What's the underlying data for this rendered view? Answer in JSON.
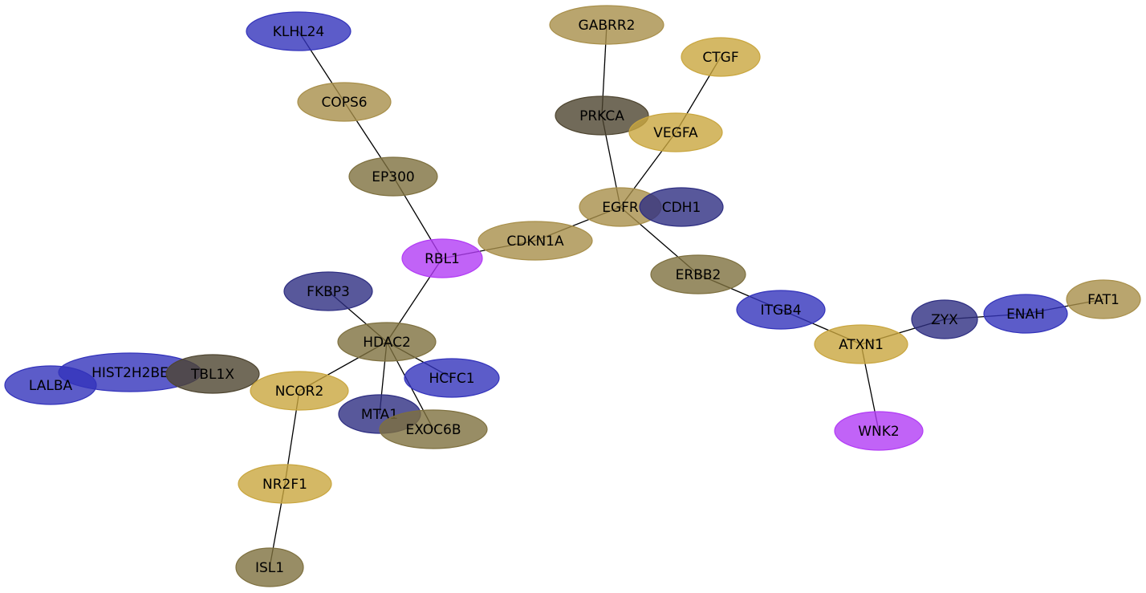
{
  "colors": {
    "blue": "#3333bb",
    "slate": "#2e2e82",
    "gold": "#c9a63f",
    "olive": "#a88f4a",
    "brown": "#7e703f",
    "dark": "#4e4530",
    "purple": "#b23cf5"
  },
  "nodes": [
    {
      "id": "KLHL24",
      "label": "KLHL24",
      "color": "blue"
    },
    {
      "id": "COPS6",
      "label": "COPS6",
      "color": "olive"
    },
    {
      "id": "EP300",
      "label": "EP300",
      "color": "brown"
    },
    {
      "id": "RBL1",
      "label": "RBL1",
      "color": "purple"
    },
    {
      "id": "CDKN1A",
      "label": "CDKN1A",
      "color": "olive"
    },
    {
      "id": "GABRR2",
      "label": "GABRR2",
      "color": "olive"
    },
    {
      "id": "CTGF",
      "label": "CTGF",
      "color": "gold"
    },
    {
      "id": "PRKCA",
      "label": "PRKCA",
      "color": "dark"
    },
    {
      "id": "VEGFA",
      "label": "VEGFA",
      "color": "gold"
    },
    {
      "id": "EGFR",
      "label": "EGFR",
      "color": "olive"
    },
    {
      "id": "CDH1",
      "label": "CDH1",
      "color": "slate"
    },
    {
      "id": "ERBB2",
      "label": "ERBB2",
      "color": "brown"
    },
    {
      "id": "ITGB4",
      "label": "ITGB4",
      "color": "blue"
    },
    {
      "id": "ZYX",
      "label": "ZYX",
      "color": "slate"
    },
    {
      "id": "ENAH",
      "label": "ENAH",
      "color": "blue"
    },
    {
      "id": "FAT1",
      "label": "FAT1",
      "color": "olive"
    },
    {
      "id": "ATXN1",
      "label": "ATXN1",
      "color": "gold"
    },
    {
      "id": "WNK2",
      "label": "WNK2",
      "color": "purple"
    },
    {
      "id": "FKBP3",
      "label": "FKBP3",
      "color": "slate"
    },
    {
      "id": "HDAC2",
      "label": "HDAC2",
      "color": "brown"
    },
    {
      "id": "HCFC1",
      "label": "HCFC1",
      "color": "blue"
    },
    {
      "id": "HIST2H2BE",
      "label": "HIST2H2BE",
      "color": "blue"
    },
    {
      "id": "TBL1X",
      "label": "TBL1X",
      "color": "dark"
    },
    {
      "id": "LALBA",
      "label": "LALBA",
      "color": "blue"
    },
    {
      "id": "NCOR2",
      "label": "NCOR2",
      "color": "gold"
    },
    {
      "id": "MTA1",
      "label": "MTA1",
      "color": "slate"
    },
    {
      "id": "EXOC6B",
      "label": "EXOC6B",
      "color": "brown"
    },
    {
      "id": "NR2F1",
      "label": "NR2F1",
      "color": "gold"
    },
    {
      "id": "ISL1",
      "label": "ISL1",
      "color": "brown"
    }
  ],
  "edges": [
    [
      "KLHL24",
      "COPS6"
    ],
    [
      "COPS6",
      "EP300"
    ],
    [
      "EP300",
      "RBL1"
    ],
    [
      "RBL1",
      "CDKN1A"
    ],
    [
      "RBL1",
      "HDAC2"
    ],
    [
      "CDKN1A",
      "EGFR"
    ],
    [
      "GABRR2",
      "PRKCA"
    ],
    [
      "CTGF",
      "VEGFA"
    ],
    [
      "PRKCA",
      "EGFR"
    ],
    [
      "VEGFA",
      "EGFR"
    ],
    [
      "EGFR",
      "ERBB2"
    ],
    [
      "ERBB2",
      "ITGB4"
    ],
    [
      "ITGB4",
      "ATXN1"
    ],
    [
      "ATXN1",
      "ZYX"
    ],
    [
      "ZYX",
      "ENAH"
    ],
    [
      "ENAH",
      "FAT1"
    ],
    [
      "ATXN1",
      "WNK2"
    ],
    [
      "FKBP3",
      "HDAC2"
    ],
    [
      "HDAC2",
      "HCFC1"
    ],
    [
      "HDAC2",
      "NCOR2"
    ],
    [
      "HDAC2",
      "MTA1"
    ],
    [
      "HDAC2",
      "EXOC6B"
    ],
    [
      "NCOR2",
      "NR2F1"
    ],
    [
      "NR2F1",
      "ISL1"
    ]
  ]
}
